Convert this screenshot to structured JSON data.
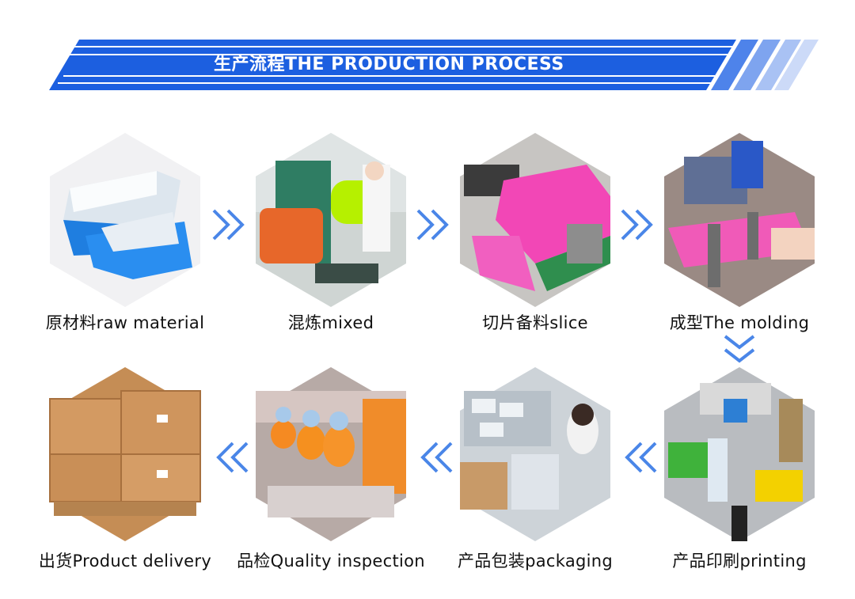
{
  "banner": {
    "title": "生产流程THE PRODUCTION PROCESS",
    "colors": {
      "primary": "#1c5fe0",
      "light": "#9fbaf2"
    }
  },
  "steps": [
    {
      "label": "原材料raw material",
      "photo": "raw-silicone-blocks"
    },
    {
      "label": "混炼mixed",
      "photo": "mixing-mill"
    },
    {
      "label": "切片备料slice",
      "photo": "pink-silicone-sheet-on-conveyor"
    },
    {
      "label": "成型The molding",
      "photo": "molding-press"
    },
    {
      "label": "产品印刷printing",
      "photo": "pad-printing-machine"
    },
    {
      "label": "产品包装packaging",
      "photo": "packaging-workers"
    },
    {
      "label": "品检Quality inspection",
      "photo": "quality-inspection-line"
    },
    {
      "label": "出货Product delivery",
      "photo": "cartons-on-pallet"
    }
  ],
  "arrows": {
    "color": "#4a86e8",
    "right_icon": "double-chevron-right-icon",
    "left_icon": "double-chevron-left-icon",
    "down_icon": "double-chevron-down-icon"
  }
}
